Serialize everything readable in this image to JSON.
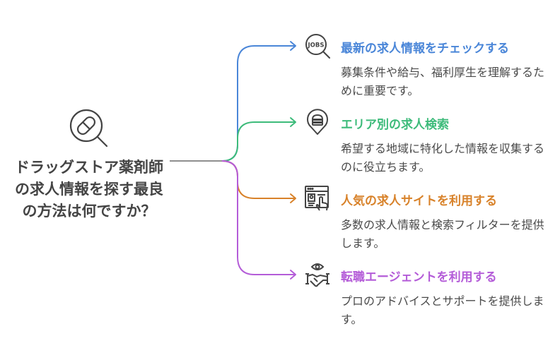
{
  "center": {
    "icon": "pill-magnifier-icon",
    "title": "ドラッグストア薬剤師の求人情報を探す最良の方法は何ですか？"
  },
  "colors": {
    "trunk": "#8e8e8e",
    "icon_stroke": "#444444"
  },
  "branches": [
    {
      "icon": "jobs-search-icon",
      "title": "最新の求人情報をチェックする",
      "description": "募集条件や給与、福利厚生を理解するために重要です。",
      "color": "#4a86d8"
    },
    {
      "icon": "location-pin-icon",
      "title": "エリア別の求人検索",
      "description": "希望する地域に特化した情報を収集するのに役立ちます。",
      "color": "#3dbb7a"
    },
    {
      "icon": "website-click-icon",
      "title": "人気の求人サイトを利用する",
      "description": "多数の求人情報と検索フィルターを提供します。",
      "color": "#d8822a"
    },
    {
      "icon": "agent-handshake-icon",
      "title": "転職エージェントを利用する",
      "description": "プロのアドバイスとサポートを提供します。",
      "color": "#b45cd8"
    }
  ]
}
